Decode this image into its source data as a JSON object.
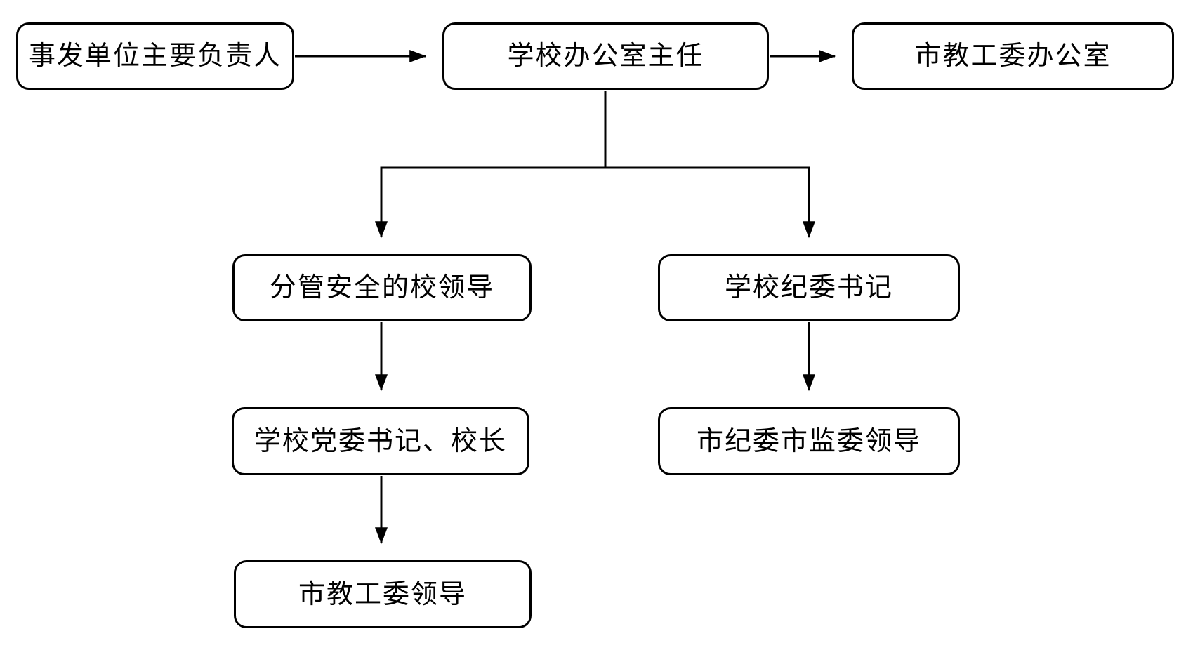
{
  "diagram": {
    "type": "flowchart",
    "colors": {
      "background": "#ffffff",
      "node_fill": "#ffffff",
      "node_border": "#000000",
      "line": "#000000",
      "text": "#000000"
    },
    "nodes": {
      "incident_unit_head": {
        "label": "事发单位主要负责人"
      },
      "school_office_director": {
        "label": "学校办公室主任"
      },
      "city_edu_committee_office": {
        "label": "市教工委办公室"
      },
      "safety_school_leader": {
        "label": "分管安全的校领导"
      },
      "school_discipline_secretary": {
        "label": "学校纪委书记"
      },
      "party_secretary_principal": {
        "label": "学校党委书记、校长"
      },
      "city_discipline_leaders": {
        "label": "市纪委市监委领导"
      },
      "city_edu_committee_leaders": {
        "label": "市教工委领导"
      }
    },
    "edges": [
      {
        "from": "incident_unit_head",
        "to": "school_office_director"
      },
      {
        "from": "school_office_director",
        "to": "city_edu_committee_office"
      },
      {
        "from": "school_office_director",
        "to": "safety_school_leader"
      },
      {
        "from": "school_office_director",
        "to": "school_discipline_secretary"
      },
      {
        "from": "safety_school_leader",
        "to": "party_secretary_principal"
      },
      {
        "from": "party_secretary_principal",
        "to": "city_edu_committee_leaders"
      },
      {
        "from": "school_discipline_secretary",
        "to": "city_discipline_leaders"
      }
    ]
  }
}
